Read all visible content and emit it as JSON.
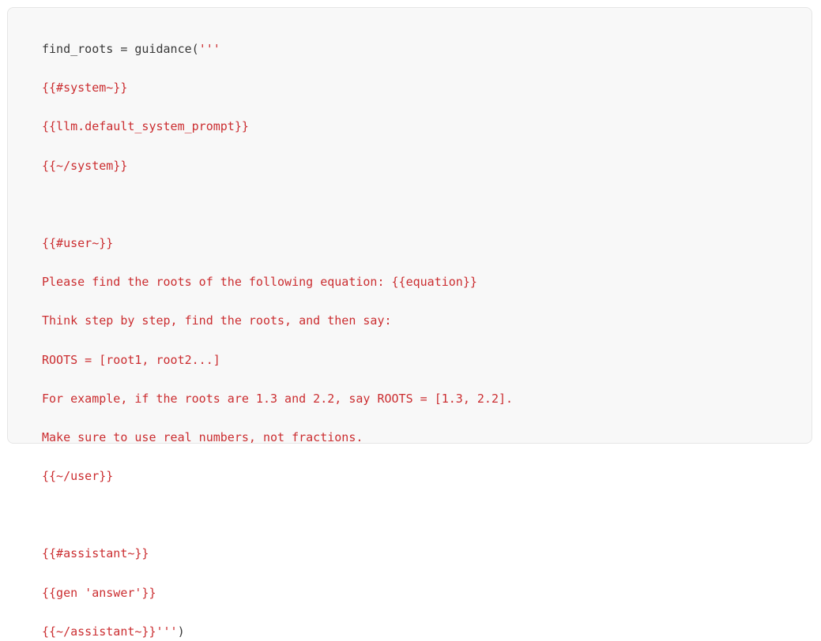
{
  "card": {
    "background_color": "#f8f8f8",
    "border_color": "#e6e6e6",
    "page_background_color": "#ffffff"
  },
  "code_block": {
    "language": "python",
    "plain_color": "#383838",
    "string_color": "#cb2d30",
    "lines": [
      {
        "segments": [
          {
            "text": "find_roots = guidance(",
            "kind": "plain"
          },
          {
            "text": "'''",
            "kind": "string"
          }
        ]
      },
      {
        "segments": [
          {
            "text": "{{#system~}}",
            "kind": "string"
          }
        ]
      },
      {
        "segments": [
          {
            "text": "{{llm.default_system_prompt}}",
            "kind": "string"
          }
        ]
      },
      {
        "segments": [
          {
            "text": "{{~/system}}",
            "kind": "string"
          }
        ]
      },
      {
        "segments": [
          {
            "text": "",
            "kind": "string"
          }
        ]
      },
      {
        "segments": [
          {
            "text": "{{#user~}}",
            "kind": "string"
          }
        ]
      },
      {
        "segments": [
          {
            "text": "Please find the roots of the following equation: {{equation}}",
            "kind": "string"
          }
        ]
      },
      {
        "segments": [
          {
            "text": "Think step by step, find the roots, and then say:",
            "kind": "string"
          }
        ]
      },
      {
        "segments": [
          {
            "text": "ROOTS = [root1, root2...]",
            "kind": "string"
          }
        ]
      },
      {
        "segments": [
          {
            "text": "For example, if the roots are 1.3 and 2.2, say ROOTS = [1.3, 2.2].",
            "kind": "string"
          }
        ]
      },
      {
        "segments": [
          {
            "text": "Make sure to use real numbers, not fractions.",
            "kind": "string"
          }
        ]
      },
      {
        "segments": [
          {
            "text": "{{~/user}}",
            "kind": "string"
          }
        ]
      },
      {
        "segments": [
          {
            "text": "",
            "kind": "string"
          }
        ]
      },
      {
        "segments": [
          {
            "text": "{{#assistant~}}",
            "kind": "string"
          }
        ]
      },
      {
        "segments": [
          {
            "text": "{{gen 'answer'}}",
            "kind": "string"
          }
        ]
      },
      {
        "segments": [
          {
            "text": "{{~/assistant~}}",
            "kind": "string"
          },
          {
            "text": "'''",
            "kind": "string"
          },
          {
            "text": ")",
            "kind": "plain"
          }
        ]
      }
    ]
  }
}
